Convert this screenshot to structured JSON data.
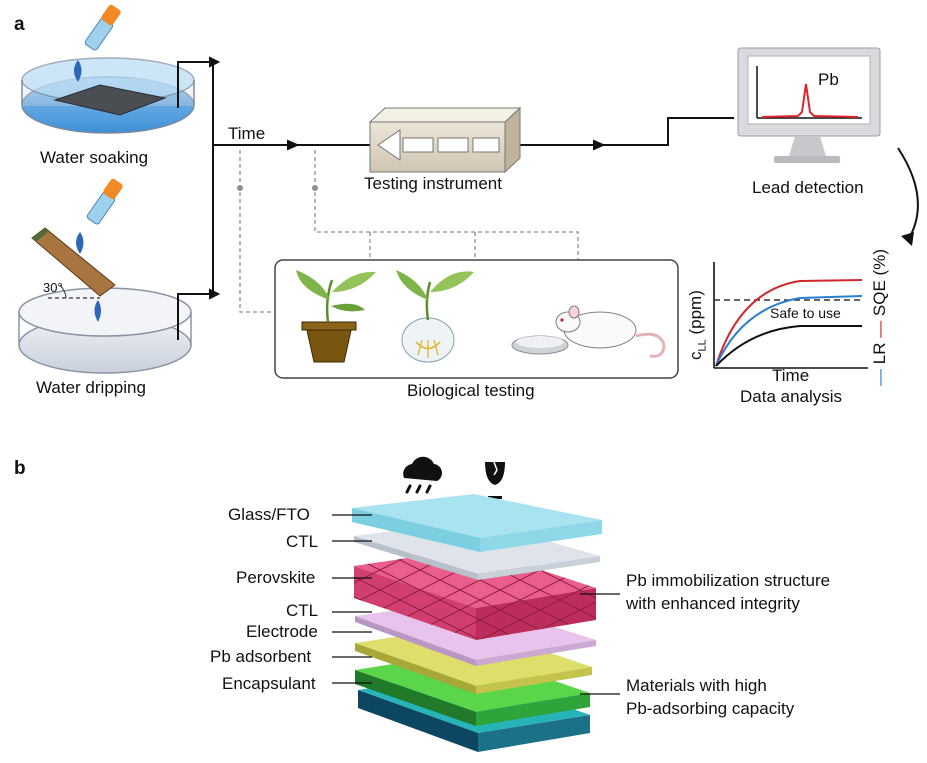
{
  "panel_a": {
    "letter": "a",
    "water_soaking": "Water soaking",
    "water_dripping": "Water dripping",
    "angle": "30°",
    "time": "Time",
    "testing_instrument": "Testing instrument",
    "lead_detection": "Lead detection",
    "pb_peak": "Pb",
    "biological_testing": "Biological testing",
    "graph": {
      "ylabel_main": "c",
      "ylabel_sub": "LL",
      "ylabel_unit": "(ppm)",
      "xlabel": "Time",
      "threshold_label": "Safe to use",
      "caption": "Data analysis",
      "right_lr": "LR",
      "right_sqe": "SQE (%)",
      "colors": {
        "lr": "#2a7fd0",
        "sqe": "#d0282c"
      }
    }
  },
  "panel_b": {
    "letter": "b",
    "layers_left": [
      "Glass/FTO",
      "CTL",
      "Perovskite",
      "CTL",
      "Electrode",
      "Pb adsorbent",
      "Encapsulant"
    ],
    "note_top_1": "Pb immobilization structure",
    "note_top_2": "with enhanced integrity",
    "note_bottom_1": "Materials with high",
    "note_bottom_2": "Pb-adsorbing capacity"
  }
}
